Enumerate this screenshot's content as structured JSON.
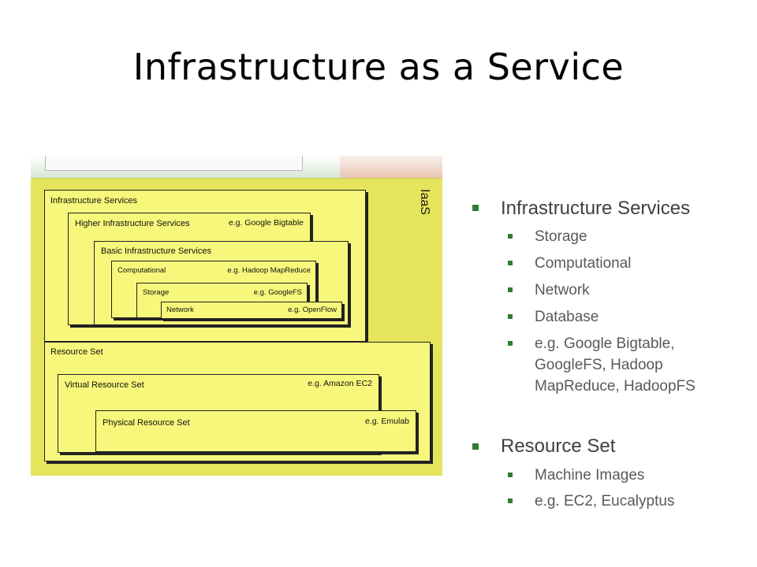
{
  "title": "Infrastructure as a Service",
  "diagram": {
    "layer_label": "IaaS",
    "infrastructure_services": {
      "label": "Infrastructure Services"
    },
    "higher_infrastructure": {
      "label": "Higher Infrastructure Services",
      "example": "e.g. Google Bigtable"
    },
    "basic_infrastructure": {
      "label": "Basic Infrastructure Services"
    },
    "computational": {
      "label": "Computational",
      "example": "e.g. Hadoop MapReduce"
    },
    "storage": {
      "label": "Storage",
      "example": "e.g. GoogleFS"
    },
    "network": {
      "label": "Network",
      "example": "e.g. OpenFlow"
    },
    "resource_set": {
      "label": "Resource Set"
    },
    "virtual_resource_set": {
      "label": "Virtual Resource Set",
      "example": "e.g. Amazon EC2"
    },
    "physical_resource_set": {
      "label": "Physical Resource Set",
      "example": "e.g. Emulab"
    }
  },
  "bullets": [
    {
      "heading": "Infrastructure Services",
      "items": [
        "Storage",
        "Computational",
        "Network",
        "Database"
      ],
      "example_lines": [
        "e.g. Google Bigtable,",
        "GoogleFS, Hadoop",
        "MapReduce, HadoopFS"
      ]
    },
    {
      "heading": "Resource Set",
      "items": [
        "Machine Images",
        "e.g. EC2, Eucalyptus"
      ]
    }
  ],
  "colors": {
    "panel": "#e5e55d",
    "box": "#f7f77b",
    "bullet": "#2e7d32"
  }
}
